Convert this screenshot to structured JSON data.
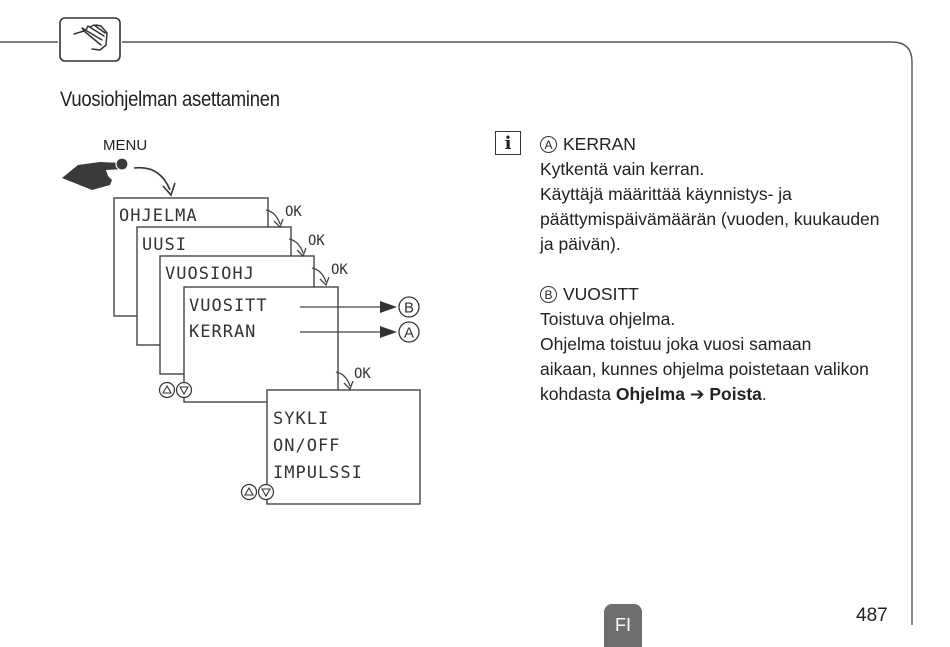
{
  "page": {
    "title": "Vuosiohjelman asettaminen",
    "language_tab": "FI",
    "page_number": "487"
  },
  "diagram": {
    "menu_label": "MENU",
    "ok_label": "OK",
    "screens": [
      "OHJELMA",
      "UUSI",
      "VUOSIOHJ"
    ],
    "front_screen_lines": [
      "VUOSITT",
      "KERRAN"
    ],
    "arrow_targets": [
      "B",
      "A"
    ],
    "cycle_screen_lines": [
      "SYKLI",
      "ON/OFF",
      "IMPULSSI"
    ]
  },
  "info": {
    "icon": "info-icon",
    "section_a": {
      "badge": "A",
      "heading": "KERRAN",
      "lines": [
        "Kytkentä vain kerran.",
        "Käyttäjä määrittää käynnistys- ja",
        "päättymispäivämäärän (vuoden, kuukauden",
        "ja päivän)."
      ]
    },
    "section_b": {
      "badge": "B",
      "heading": "VUOSITT",
      "lines": [
        "Toistuva ohjelma.",
        "Ohjelma toistuu joka vuosi samaan",
        "aikaan, kunnes ohjelma poistetaan valikon"
      ],
      "last_line_prefix": "kohdasta ",
      "menu_path_1": "Ohjelma",
      "arrow": "➔",
      "menu_path_2": "Poista",
      "last_line_suffix": "."
    }
  },
  "colors": {
    "text": "#222222",
    "line": "#333333",
    "tab": "#6e6e6e"
  }
}
